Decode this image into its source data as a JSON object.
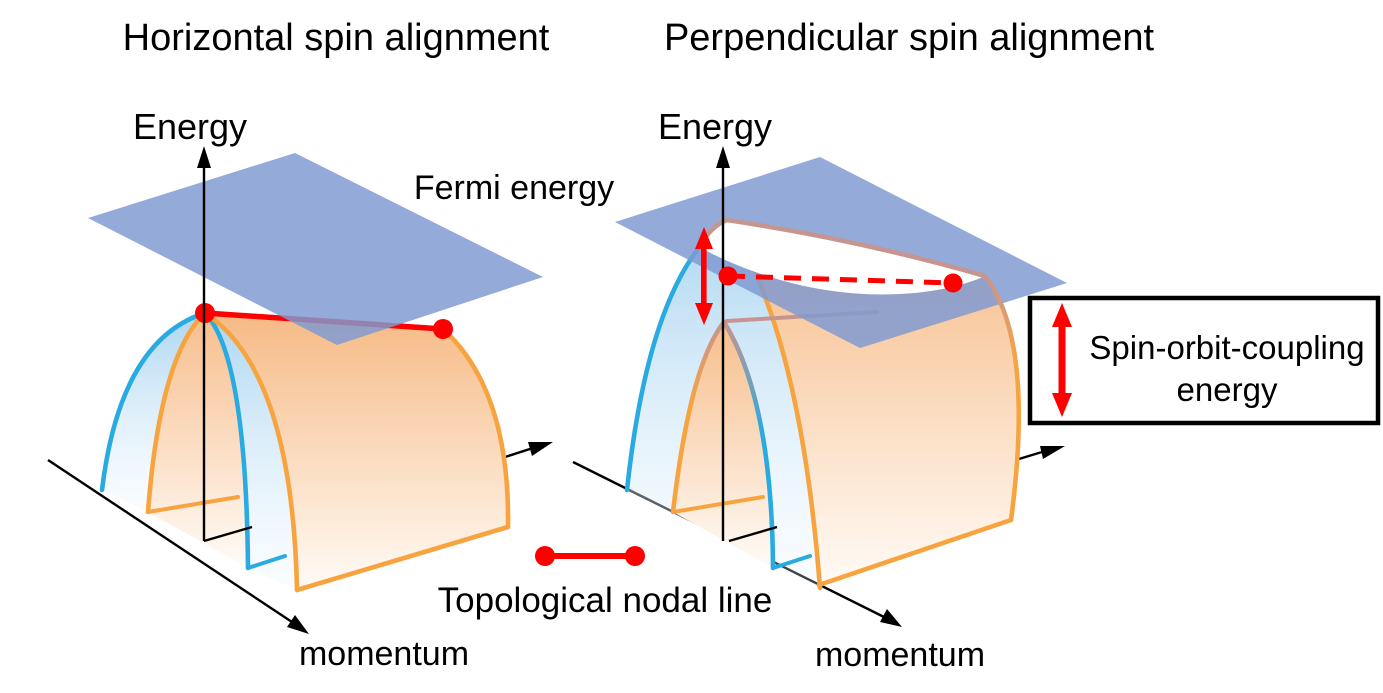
{
  "figure": {
    "panels": [
      {
        "title": "Horizontal spin alignment",
        "energy_axis_label": "Energy",
        "momentum_axis_label": "momentum",
        "nodal_line_style": "solid"
      },
      {
        "title": "Perpendicular spin alignment",
        "energy_axis_label": "Energy",
        "momentum_axis_label": "momentum",
        "nodal_line_style": "dashed"
      }
    ],
    "fermi_plane_label": "Fermi energy",
    "legend": {
      "label": "Topological nodal line"
    },
    "soc_box": {
      "label_line1": "Spin-orbit-coupling",
      "label_line2": "energy"
    },
    "colors": {
      "nodal_red": "#FF0000",
      "band_blue_outline": "#29ABE2",
      "band_orange_outline": "#F7A440",
      "gap_rose_outline": "#C79590",
      "fermi_plane_blue": "#7F9AD2",
      "blue_fill_top": "#A9D4F0",
      "orange_fill_top": "#F7BE8C",
      "text_black": "#000000"
    }
  }
}
